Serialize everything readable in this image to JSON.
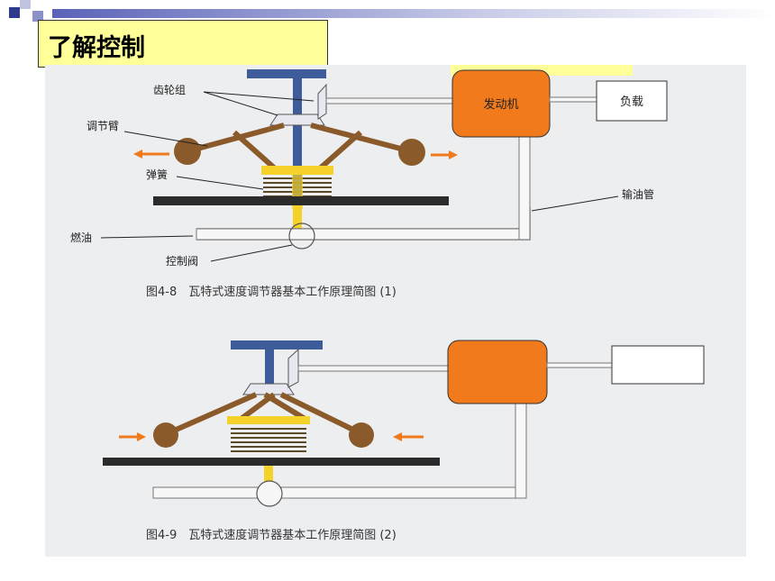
{
  "slide": {
    "title": "了解控制"
  },
  "figure1": {
    "labels": {
      "gear_group": "齿轮组",
      "regulator_arm": "调节臂",
      "spring": "弹簧",
      "fuel": "燃油",
      "control_valve": "控制阀",
      "engine": "发动机",
      "load": "负载",
      "oil_pipe": "输油管"
    },
    "caption": "图4-8　瓦特式速度调节器基本工作原理简图 (1)"
  },
  "figure2": {
    "caption": "图4-9　瓦特式速度调节器基本工作原理简图 (2)"
  },
  "colors": {
    "title_bg": "#ffff99",
    "engine": "#f07a1c",
    "shaft_blue": "#3f5c9a",
    "spring_yellow": "#f5d22a",
    "arm_brown": "#8a5a2a",
    "arrow_orange": "#f07a1c"
  }
}
